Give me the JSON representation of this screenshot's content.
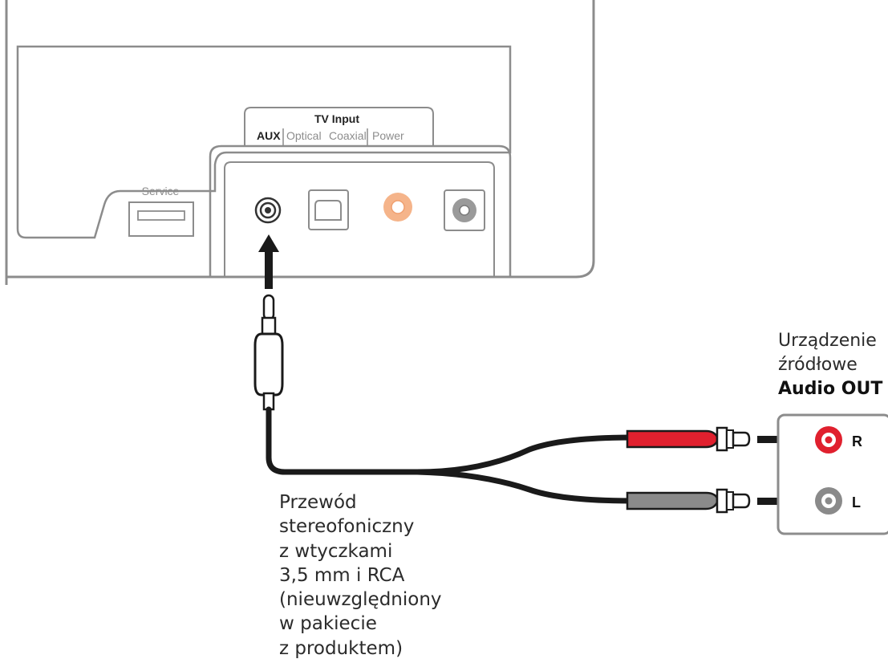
{
  "soundbar": {
    "service_label": "Service",
    "tv_input_label": "TV Input",
    "port_labels": {
      "aux": "AUX",
      "optical": "Optical",
      "coaxial": "Coaxial",
      "power": "Power"
    }
  },
  "source_device": {
    "line1": "Urządzenie",
    "line2": "źródłowe",
    "line3": "Audio OUT",
    "right_label": "R",
    "left_label": "L"
  },
  "cable_description": [
    "Przewód",
    "stereofoniczny",
    "z wtyczkami",
    "3,5 mm i RCA",
    "(nieuwzględniony",
    "w pakiecie",
    "z produktem)"
  ],
  "colors": {
    "outline": "#8c8c8c",
    "cable": "#1a1a1a",
    "rca_red": "#e0202e",
    "rca_gray": "#8a8a8a",
    "coaxial_port": "#f5b48a",
    "power_port": "#9a9a9a"
  }
}
